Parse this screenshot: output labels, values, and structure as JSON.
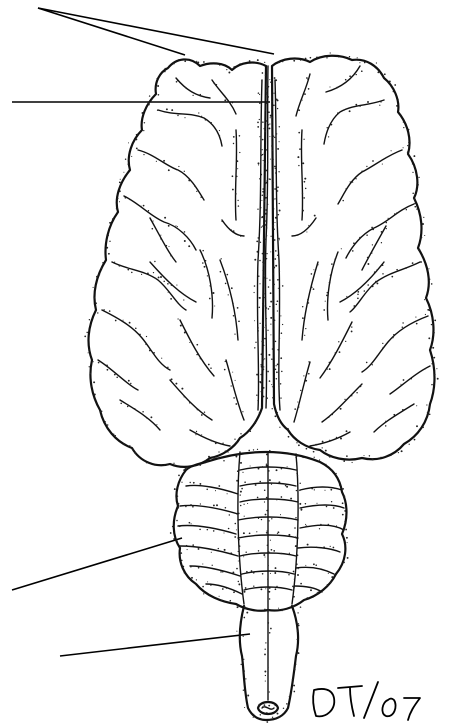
{
  "signature": "DT/07",
  "leader_lines": [
    {
      "name": "leader-line-hemisphere-left"
    },
    {
      "name": "leader-line-hemisphere-midline"
    },
    {
      "name": "leader-line-frontal"
    },
    {
      "name": "leader-line-cerebellum"
    },
    {
      "name": "leader-line-medulla"
    }
  ],
  "colors": {
    "ink": "#111111",
    "background": "#ffffff"
  }
}
